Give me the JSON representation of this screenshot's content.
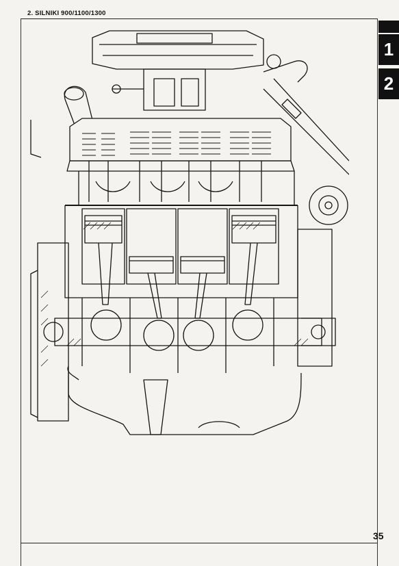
{
  "header": {
    "title": "2. SILNIKI 900/1100/1300"
  },
  "tabs": [
    {
      "label": "1"
    },
    {
      "label": "2"
    }
  ],
  "footer": {
    "page_number": "35"
  },
  "figure": {
    "icon": "engine-cross-section-drawing"
  }
}
